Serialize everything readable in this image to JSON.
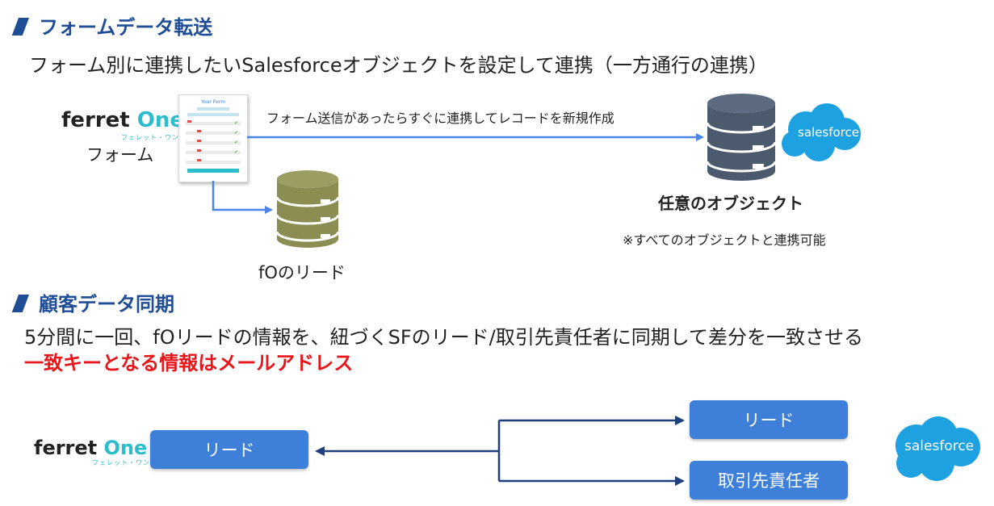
{
  "section1": {
    "title": "フォームデータ転送",
    "description": "フォーム別に連携したいSalesforceオブジェクトを設定して連携（一方通行の連携）",
    "form_label": "フォーム",
    "form_title": "Your Form",
    "arrow_label": "フォーム送信があったらすぐに連携してレコードを新規作成",
    "target_label": "任意のオブジェクト",
    "target_note": "※すべてのオブジェクトと連携可能",
    "fo_lead_label": "fOのリード"
  },
  "section2": {
    "title": "顧客データ同期",
    "description": "5分間に一回、fOリードの情報を、紐づくSFのリード/取引先責任者に同期して差分を一致させる",
    "highlight": "一致キーとなる情報はメールアドレス",
    "fo_lead_box": "リード",
    "sf_lead_box": "リード",
    "sf_contact_box": "取引先責任者"
  },
  "logos": {
    "ferret_main": "ferret ",
    "ferret_one": "One",
    "ferret_sub": "フェレット・ワン",
    "salesforce": "salesforce"
  },
  "colors": {
    "section_title": "#1f4e96",
    "highlight": "#e8161b",
    "box_fill": "#3d7fd9",
    "arrow_blue": "#4a86e8",
    "arrow_navy": "#1f3f7a",
    "salesforce_cloud": "#1da1e0",
    "db_gray": "#4c5a6e",
    "db_olive": "#8b8d53"
  }
}
